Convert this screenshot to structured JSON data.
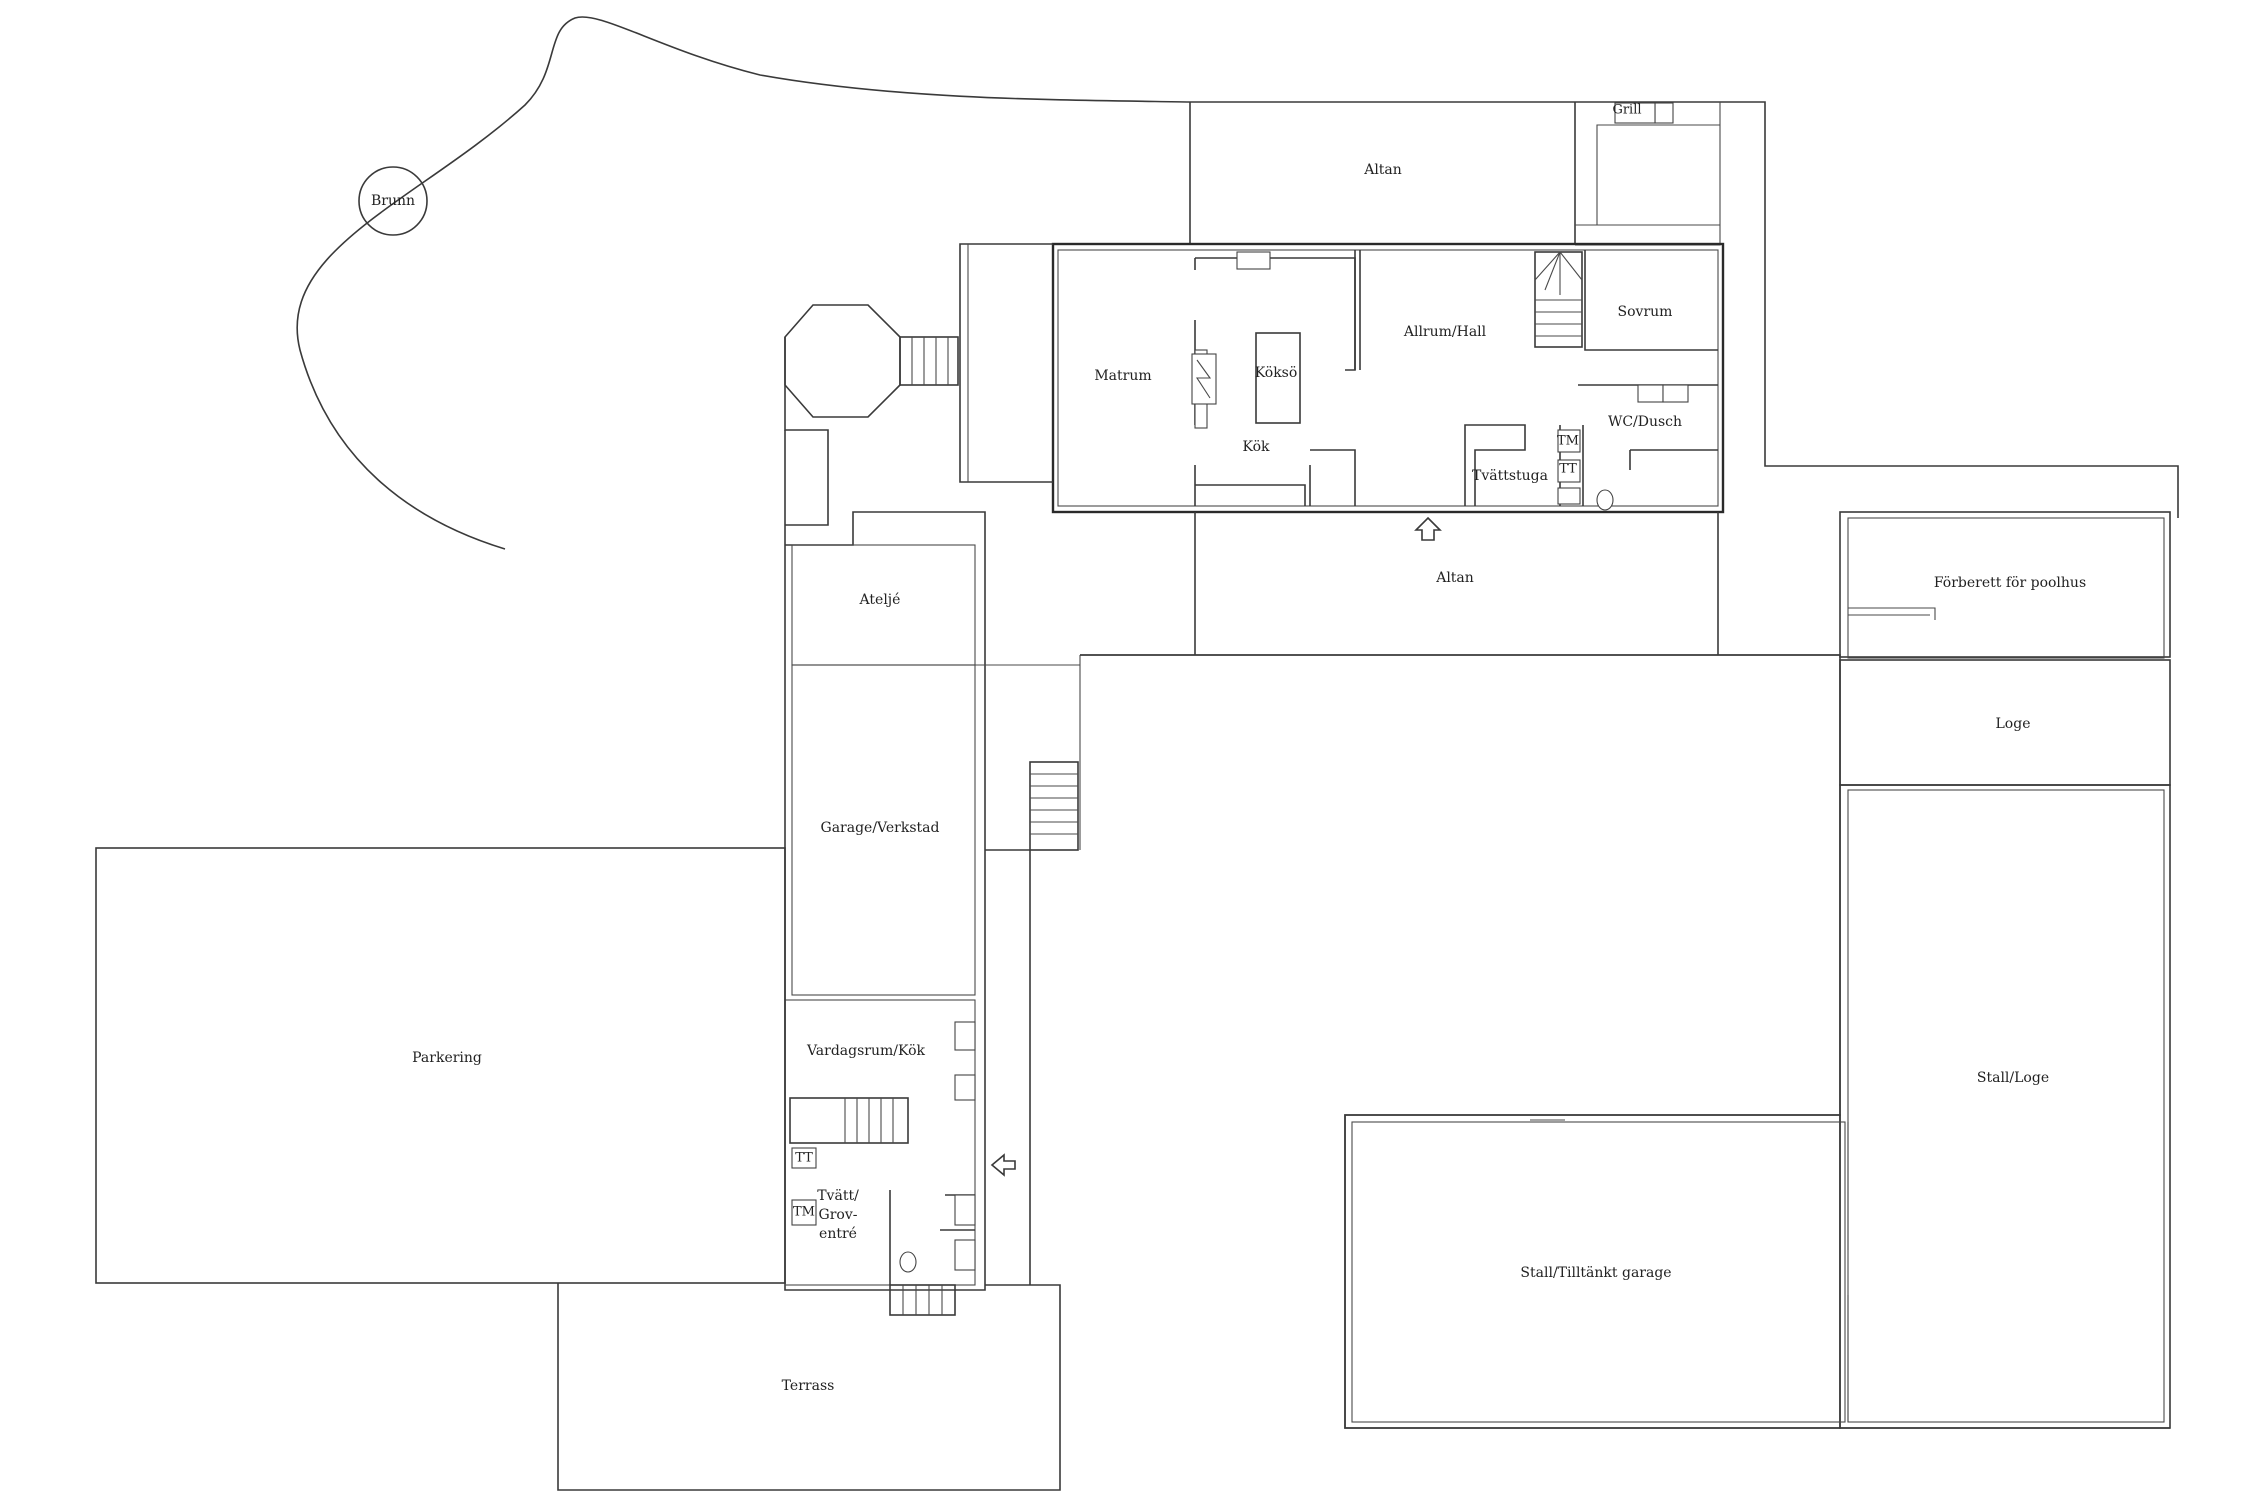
{
  "rooms": {
    "brunn": "Brunn",
    "altan_top": "Altan",
    "grill": "Grill",
    "matrum": "Matrum",
    "kokso": "Köksö",
    "kok": "Kök",
    "allrum": "Allrum/Hall",
    "sovrum": "Sovrum",
    "wc_dusch": "WC/Dusch",
    "tvattstuga": "Tvättstuga",
    "tm_upper": "TM",
    "tt_upper": "TT",
    "altan_bottom": "Altan",
    "atelje": "Ateljé",
    "garage": "Garage/Verkstad",
    "vardagsrum": "Vardagsrum/Kök",
    "tt_lower": "TT",
    "tm_lower": "TM",
    "tvatt_line1": "Tvätt/",
    "tvatt_line2": "Grov-",
    "tvatt_line3": "entré",
    "parkering": "Parkering",
    "terrass": "Terrass",
    "poolhus": "Förberett för poolhus",
    "loge": "Loge",
    "stall_loge": "Stall/Loge",
    "stall_garage": "Stall/Tilltänkt garage"
  },
  "icons": {
    "entrance_top": "arrow-up-icon",
    "entrance_side": "arrow-left-icon"
  }
}
